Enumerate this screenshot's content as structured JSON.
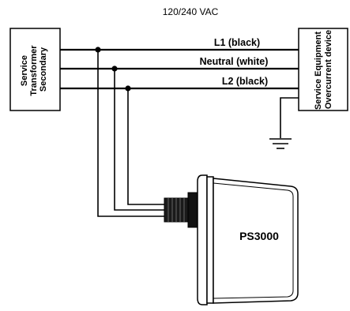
{
  "diagram": {
    "title": "120/240 VAC",
    "transformer": {
      "lines": [
        "Service",
        "Transformer",
        "Secondary"
      ]
    },
    "service_equipment": {
      "lines": [
        "Service Equipment",
        "Overcurrent device"
      ]
    },
    "conductors": [
      {
        "label": "L1 (black)"
      },
      {
        "label": "Neutral (white)"
      },
      {
        "label": "L2 (black)"
      }
    ],
    "device": {
      "label": "PS3000"
    }
  }
}
